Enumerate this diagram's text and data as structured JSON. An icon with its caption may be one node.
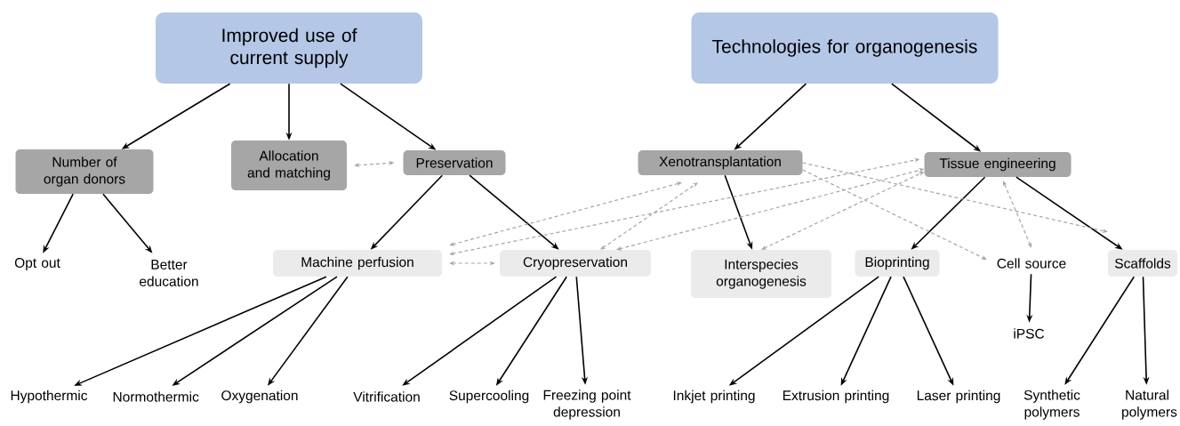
{
  "diagram": {
    "nodes": [
      {
        "text": [
          "Improved use of current supply"
        ]
      },
      {
        "text": [
          "Technologies for organogenesis"
        ]
      },
      {
        "text": [
          "Number of organ donors"
        ]
      },
      {
        "text": [
          "Allocation and matching"
        ]
      },
      {
        "text": [
          "Preservation"
        ]
      },
      {
        "text": [
          "Xenotransplantation"
        ]
      },
      {
        "text": [
          "Tissue engineering"
        ]
      },
      {
        "text": [
          "Opt out"
        ]
      },
      {
        "text": [
          "Better education"
        ]
      },
      {
        "text": [
          "Machine perfusion"
        ]
      },
      {
        "text": [
          "Cryopreservation"
        ]
      },
      {
        "text": [
          "Interspecies organogenesis"
        ]
      },
      {
        "text": [
          "Bioprinting"
        ]
      },
      {
        "text": [
          "Cell source"
        ]
      },
      {
        "text": [
          "Scaffolds"
        ]
      },
      {
        "text": [
          "iPSC"
        ]
      },
      {
        "text": [
          "Hypothermic"
        ]
      },
      {
        "text": [
          "Normothermic"
        ]
      },
      {
        "text": [
          "Oxygenation"
        ]
      },
      {
        "text": [
          "Vitrification"
        ]
      },
      {
        "text": [
          "Supercooling"
        ]
      },
      {
        "text": [
          "Freezing point depression"
        ]
      },
      {
        "text": [
          "Inkjet printing"
        ]
      },
      {
        "text": [
          "Extrusion printing"
        ]
      },
      {
        "text": [
          "Laser printing"
        ]
      },
      {
        "text": [
          "Synthetic polymers"
        ]
      },
      {
        "text": [
          "Natural polymers"
        ]
      }
    ],
    "edges": [
      {
        "from": 0,
        "to": 2,
        "arrow": "to"
      },
      {
        "from": 0,
        "to": 3,
        "arrow": "to"
      },
      {
        "from": 0,
        "to": 4,
        "arrow": "to"
      },
      {
        "from": 1,
        "to": 5,
        "arrow": "to"
      },
      {
        "from": 1,
        "to": 6,
        "arrow": "to"
      },
      {
        "from": 2,
        "to": 7,
        "arrow": "to"
      },
      {
        "from": 2,
        "to": 8,
        "arrow": "to"
      },
      {
        "from": 4,
        "to": 9,
        "arrow": "to"
      },
      {
        "from": 4,
        "to": 10,
        "arrow": "to"
      },
      {
        "from": 5,
        "to": 11,
        "arrow": "to"
      },
      {
        "from": 6,
        "to": 12,
        "arrow": "to"
      },
      {
        "from": 6,
        "to": 14,
        "arrow": "to"
      },
      {
        "from": 13,
        "to": 15,
        "arrow": "to"
      },
      {
        "from": 9,
        "to": 16,
        "arrow": "to"
      },
      {
        "from": 9,
        "to": 17,
        "arrow": "to"
      },
      {
        "from": 9,
        "to": 18,
        "arrow": "to"
      },
      {
        "from": 10,
        "to": 19,
        "arrow": "to"
      },
      {
        "from": 10,
        "to": 20,
        "arrow": "to"
      },
      {
        "from": 10,
        "to": 21,
        "arrow": "to"
      },
      {
        "from": 12,
        "to": 22,
        "arrow": "to"
      },
      {
        "from": 12,
        "to": 23,
        "arrow": "to"
      },
      {
        "from": 12,
        "to": 24,
        "arrow": "to"
      },
      {
        "from": 14,
        "to": 25,
        "arrow": "to"
      },
      {
        "from": 14,
        "to": 26,
        "arrow": "to"
      },
      {
        "from": 3,
        "to": 4,
        "arrow": "both",
        "style": "dashed",
        "color": "#a6a6a6"
      },
      {
        "from": 9,
        "to": 10,
        "arrow": "both",
        "style": "dashed",
        "color": "#a6a6a6"
      },
      {
        "from": 9,
        "to": 5,
        "arrow": "both",
        "style": "dashed",
        "color": "#a6a6a6"
      },
      {
        "from": 9,
        "to": 6,
        "arrow": "both",
        "style": "dashed",
        "color": "#a6a6a6"
      },
      {
        "from": 10,
        "to": 5,
        "arrow": "both",
        "style": "dashed",
        "color": "#a6a6a6"
      },
      {
        "from": 10,
        "to": 6,
        "arrow": "both",
        "style": "dashed",
        "color": "#a6a6a6"
      },
      {
        "from": 5,
        "to": 13,
        "arrow": "to",
        "style": "dashed",
        "color": "#a6a6a6"
      },
      {
        "from": 5,
        "to": 14,
        "arrow": "to",
        "style": "dashed",
        "color": "#a6a6a6"
      },
      {
        "from": 11,
        "to": 6,
        "arrow": "both",
        "style": "dashed",
        "color": "#a6a6a6"
      },
      {
        "from": 13,
        "to": 6,
        "arrow": "both",
        "style": "dashed",
        "color": "#a6a6a6"
      }
    ]
  }
}
